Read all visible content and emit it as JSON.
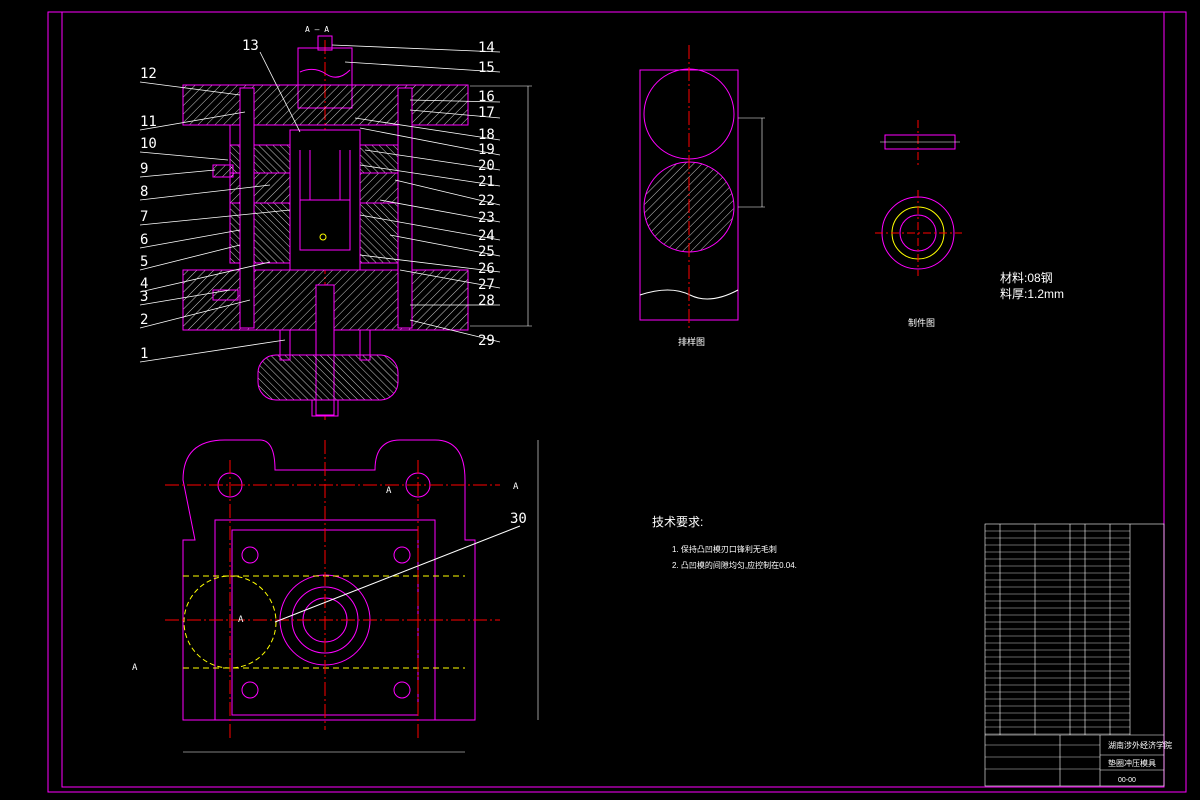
{
  "section_label": "A — A",
  "balloons_left": [
    "12",
    "11",
    "10",
    "9",
    "8",
    "7",
    "6",
    "5",
    "4",
    "3",
    "2",
    "1"
  ],
  "balloons_right_top": [
    "14",
    "15"
  ],
  "balloon_13": "13",
  "balloons_right": [
    "16",
    "17",
    "18",
    "19",
    "20",
    "21",
    "22",
    "23",
    "24",
    "25",
    "26",
    "27",
    "28",
    "29"
  ],
  "balloon_30": "30",
  "section_marks": [
    "A",
    "A",
    "A",
    "A"
  ],
  "blank_label": "排样图",
  "part_label": "制件图",
  "material": "材料:08钢",
  "thickness": "料厚:1.2mm",
  "tech_title": "技术要求:",
  "tech_items": [
    "1. 保持凸凹模刃口锋利无毛刺",
    "2. 凸凹模的间隙均匀,应控制在0.04."
  ],
  "title_block": {
    "school": "湖南涉外经济学院",
    "drawing_name": "垫圈冲压模具",
    "drawing_no": "00-00"
  },
  "colors": {
    "outline": "#ff00ff",
    "center": "#ff0000",
    "leader": "#ffffff",
    "hatch": "#ffffff",
    "yellow": "#ffff00",
    "cyan": "#00ffff"
  }
}
